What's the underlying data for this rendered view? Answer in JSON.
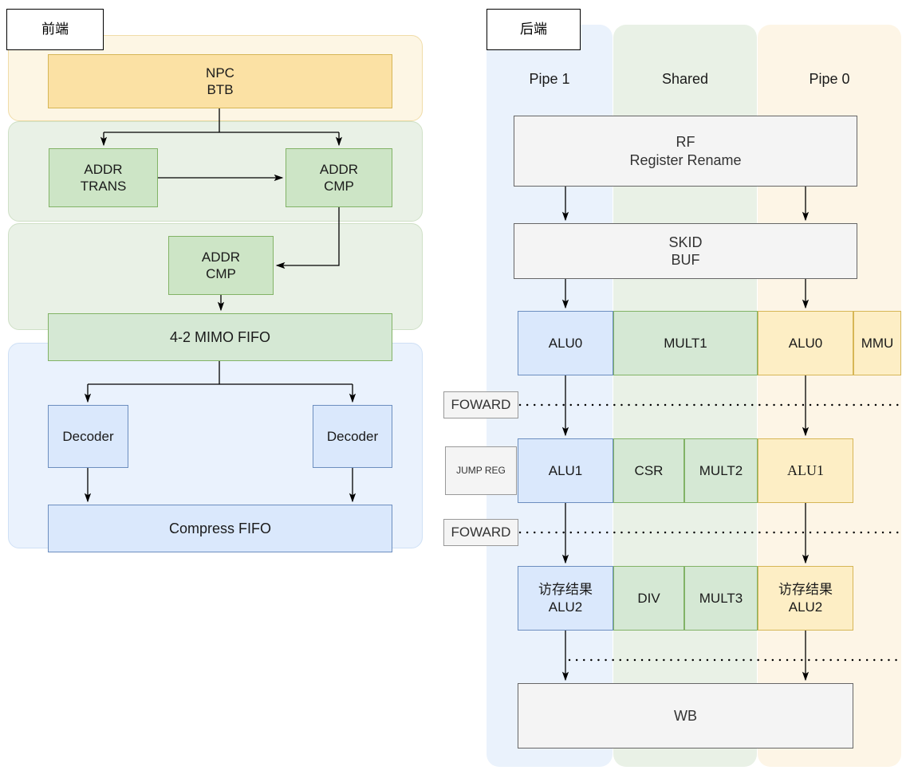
{
  "frontend": {
    "title": "前端",
    "groups": [
      {
        "name": "fetch-group",
        "color": "#fdf6e4"
      },
      {
        "name": "addr-group",
        "color": "#e9f1e6"
      },
      {
        "name": "cmp-group",
        "color": "#e9f1e6"
      },
      {
        "name": "decode-group",
        "color": "#eaf2fd"
      }
    ],
    "nodes": {
      "npc_btb": "NPC\nBTB",
      "addr_trans": "ADDR\nTRANS",
      "addr_cmp_top": "ADDR\nCMP",
      "addr_cmp_mid": "ADDR\nCMP",
      "mimo_fifo": "4-2 MIMO FIFO",
      "decoder_left": "Decoder",
      "decoder_right": "Decoder",
      "compress_fifo": "Compress FIFO"
    }
  },
  "backend": {
    "title": "后端",
    "lanes": [
      {
        "label": "Pipe 1",
        "color": "#eaf2fc"
      },
      {
        "label": "Shared",
        "color": "#e9f1e6"
      },
      {
        "label": "Pipe 0",
        "color": "#fdf5e6"
      }
    ],
    "stages": {
      "rf": "RF\nRegister Rename",
      "skid": "SKID\nBUF",
      "wb": "WB"
    },
    "rows": [
      {
        "name": "row-alu0",
        "cells": [
          {
            "label": "ALU0",
            "lane": "pipe1"
          },
          {
            "label": "MULT1",
            "lane": "shared"
          },
          {
            "label": "ALU0",
            "lane": "pipe0"
          },
          {
            "label": "MMU",
            "lane": "pipe0"
          }
        ]
      },
      {
        "name": "row-alu1",
        "cells": [
          {
            "label": "ALU1",
            "lane": "pipe1"
          },
          {
            "label": "CSR",
            "lane": "shared"
          },
          {
            "label": "MULT2",
            "lane": "shared"
          },
          {
            "label": "ALU1",
            "lane": "pipe0"
          }
        ]
      },
      {
        "name": "row-alu2",
        "cells": [
          {
            "label": "访存结果\nALU2",
            "lane": "pipe1"
          },
          {
            "label": "DIV",
            "lane": "shared"
          },
          {
            "label": "MULT3",
            "lane": "shared"
          },
          {
            "label": "访存结果\nALU2",
            "lane": "pipe0"
          }
        ]
      }
    ],
    "side_labels": {
      "foward_1": "FOWARD",
      "jump_reg": "JUMP REG",
      "foward_2": "FOWARD"
    }
  },
  "colors": {
    "yellow_fill": "#fbe1a4",
    "green_fill": "#d5e8d4",
    "blue_fill": "#dae8fc",
    "gray_fill": "#f4f4f4",
    "stroke": "#000000"
  }
}
